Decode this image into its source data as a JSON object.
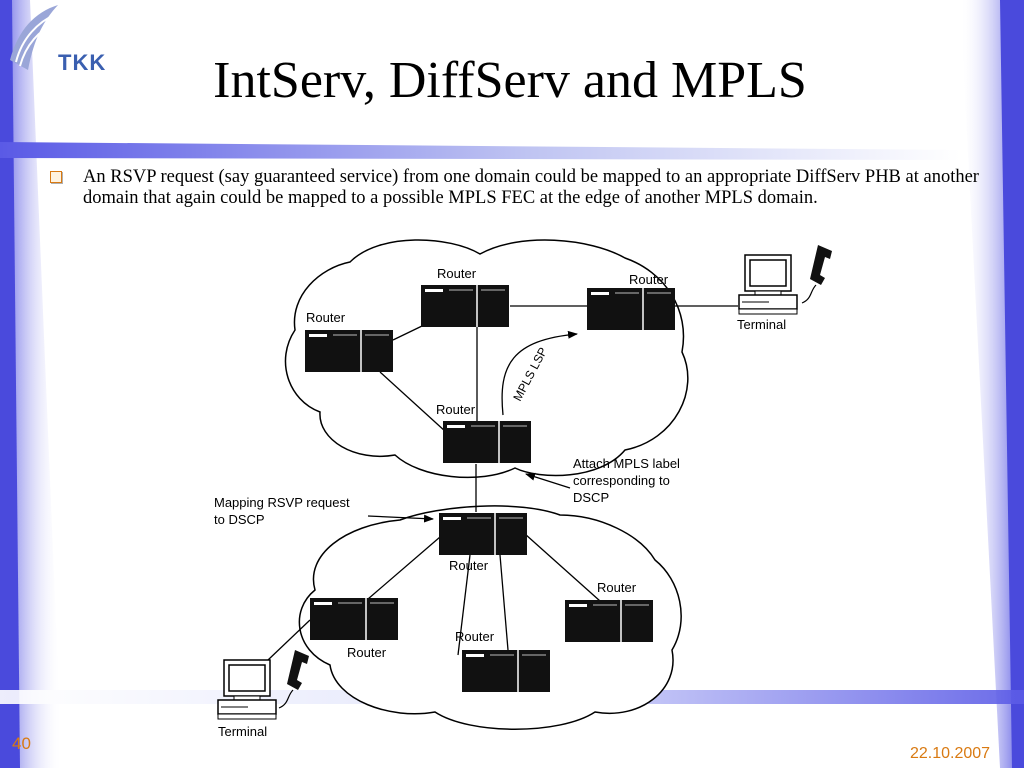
{
  "slide": {
    "title": "IntServ, DiffServ and MPLS",
    "logo_text": "TKK",
    "bullet": "An RSVP request (say guaranteed service) from one domain could be mapped to an appropriate DiffServ PHB at another domain that again could be mapped to a possible MPLS FEC at the edge of another MPLS domain.",
    "page_number": "40",
    "date": "22.10.2007"
  },
  "colors": {
    "accent_blue": "#5a5ae6",
    "bullet_orange": "#d97a12",
    "title_text": "#000000"
  },
  "diagram": {
    "router_label": "Router",
    "terminal_label": "Terminal",
    "lsp_label": "MPLS LSP",
    "annotation_attach": [
      "Attach MPLS label",
      "corresponding to",
      "DSCP"
    ],
    "annotation_mapping": [
      "Mapping RSVP request",
      "to DSCP"
    ]
  }
}
